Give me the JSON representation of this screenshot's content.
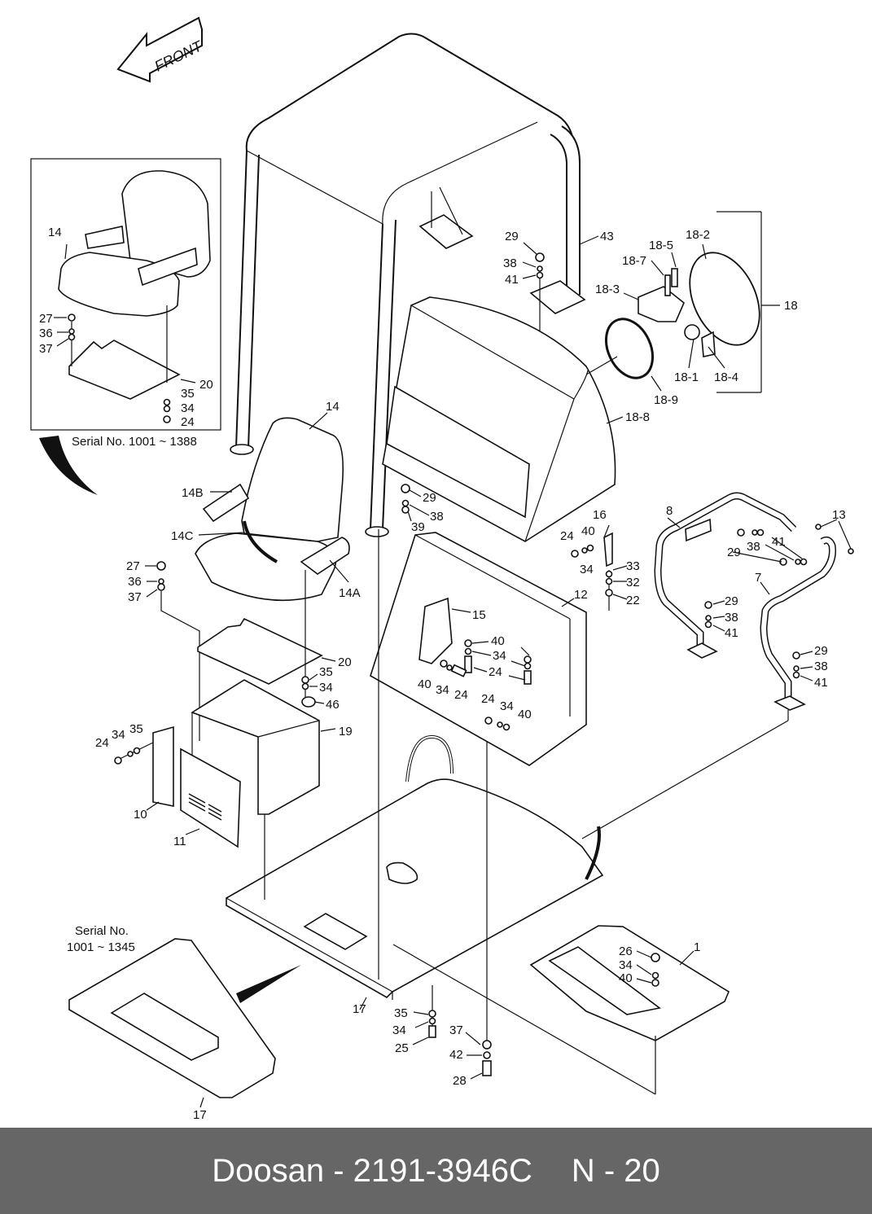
{
  "diagram": {
    "front_arrow_label": "FRONT",
    "inset_seat": {
      "serial_caption": "Serial No. 1001 ~ 1388",
      "labels": [
        "14",
        "27",
        "36",
        "37",
        "20",
        "35",
        "34",
        "24"
      ]
    },
    "inset_base": {
      "serial_caption_line1": "Serial No.",
      "serial_caption_line2": "1001 ~ 1345",
      "labels": [
        "17"
      ]
    },
    "canopy": {
      "labels": [
        "43",
        "29",
        "38",
        "41"
      ]
    },
    "mirror_group": {
      "labels": [
        "18",
        "18-1",
        "18-2",
        "18-3",
        "18-4",
        "18-5",
        "18-7",
        "18-8",
        "18-9"
      ]
    },
    "seat": {
      "labels": [
        "14",
        "14A",
        "14B",
        "14C",
        "27",
        "36",
        "37",
        "20",
        "35",
        "34",
        "46"
      ]
    },
    "seat_stand": {
      "labels": [
        "19",
        "10",
        "11",
        "24",
        "34",
        "35"
      ]
    },
    "console_frame": {
      "labels": [
        "12",
        "15",
        "16",
        "22",
        "32",
        "33",
        "24",
        "40",
        "34",
        "29",
        "38",
        "39"
      ]
    },
    "handrails": {
      "labels": [
        "7",
        "8",
        "13",
        "29",
        "38",
        "41"
      ]
    },
    "floor": {
      "labels": [
        "17",
        "35",
        "34",
        "25",
        "37",
        "42",
        "28"
      ]
    },
    "cover": {
      "labels": [
        "1",
        "26",
        "34",
        "40"
      ]
    }
  },
  "footer": {
    "brand": "Doosan",
    "separator": "-",
    "part_number": "2191-3946C",
    "page": "N - 20"
  }
}
